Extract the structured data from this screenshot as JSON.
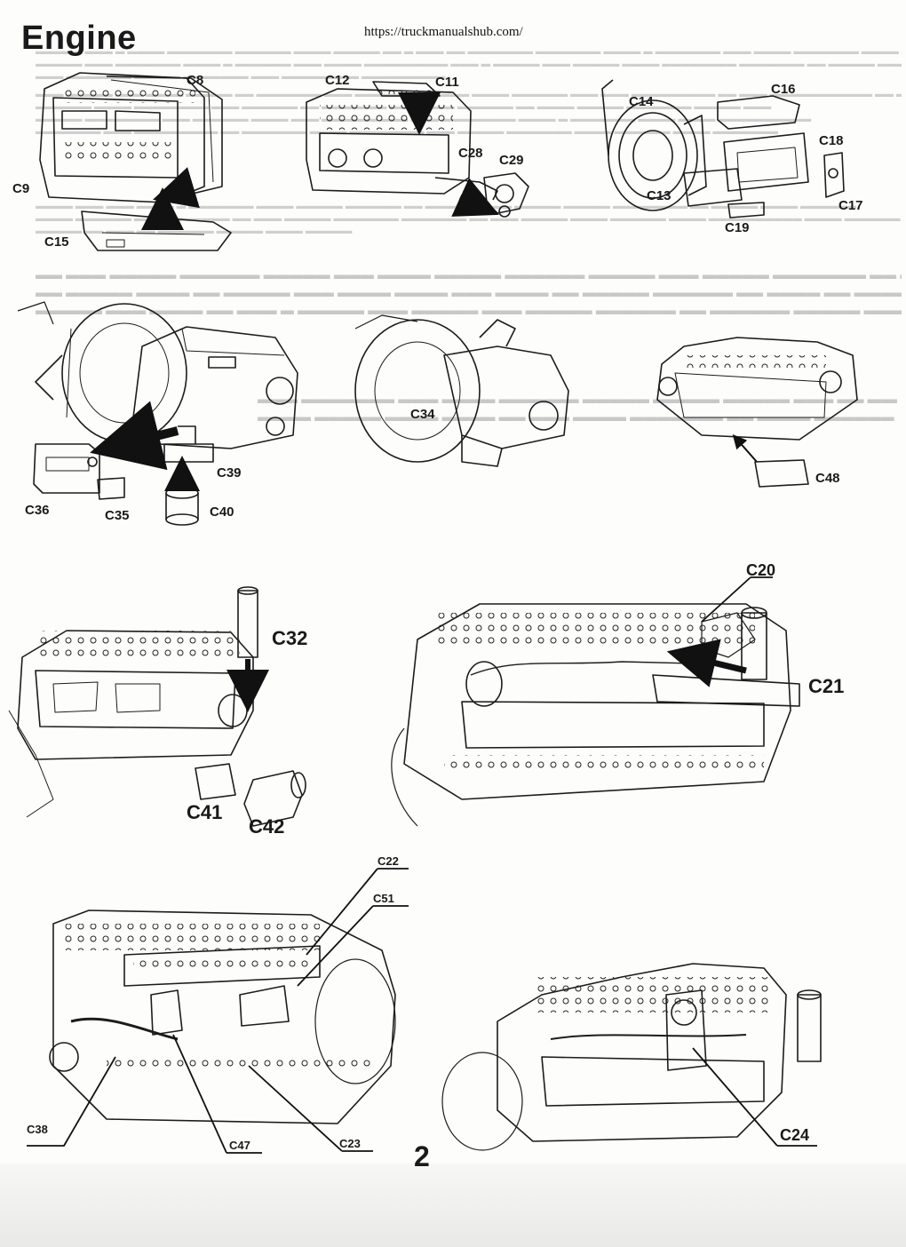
{
  "header": {
    "title": "Engine",
    "url": "https://truckmanualshub.com/"
  },
  "labels": {
    "c8": "C8",
    "c9": "C9",
    "c15": "C15",
    "c12": "C12",
    "c11": "C11",
    "c28": "C28",
    "c29": "C29",
    "c14": "C14",
    "c16": "C16",
    "c18": "C18",
    "c13": "C13",
    "c19": "C19",
    "c17": "C17",
    "c36": "C36",
    "c35": "C35",
    "c40": "C40",
    "c39": "C39",
    "c34": "C34",
    "c48": "C48",
    "c32": "C32",
    "c41": "C41",
    "c42": "C42",
    "c20": "C20",
    "c21": "C21",
    "c22": "C22",
    "c51": "C51",
    "c38": "C38",
    "c47": "C47",
    "c23": "C23",
    "c24": "C24"
  },
  "footer": {
    "page_number": "2"
  },
  "colors": {
    "ink": "#1a1a1a",
    "paper": "#fdfdfc",
    "bleed": "#cfcfcf"
  }
}
